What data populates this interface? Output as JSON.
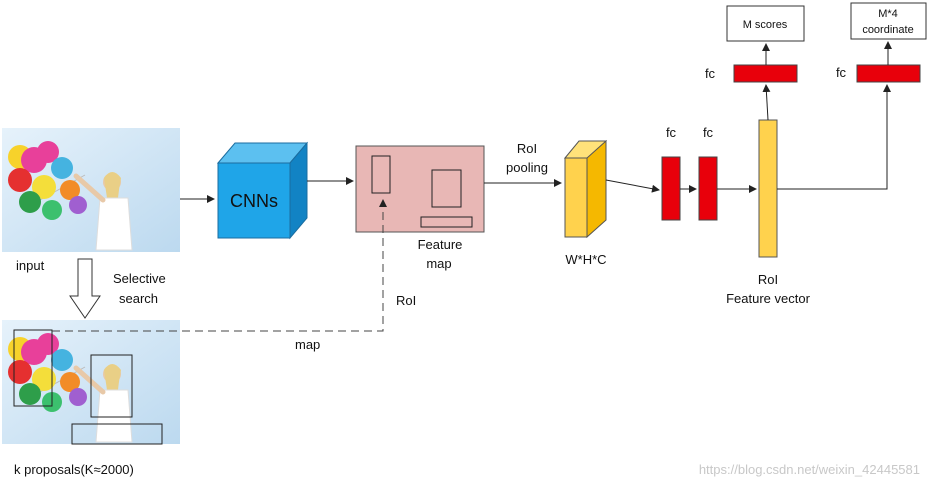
{
  "labels": {
    "input": "input",
    "selective_1": "Selective",
    "selective_2": "search",
    "cnns": "CNNs",
    "feature_map_1": "Feature",
    "feature_map_2": "map",
    "roi_pooling_1": "RoI",
    "roi_pooling_2": "pooling",
    "whc": "W*H*C",
    "fc_1": "fc",
    "fc_2": "fc",
    "fc_scores": "fc",
    "fc_coords": "fc",
    "m_scores": "M scores",
    "m4_1": "M*4",
    "m4_2": "coordinate",
    "roi_vec_1": "RoI",
    "roi_vec_2": "Feature vector",
    "roi_dashed": "RoI",
    "map_dashed": "map",
    "k_proposals": "k  proposals(K≈2000)",
    "watermark": "https://blog.csdn.net/weixin_42445581"
  },
  "colors": {
    "cnn_front": "#1fa5e8",
    "cnn_top": "#5cc0f0",
    "cnn_side": "#1283c4",
    "feature_map": "#e8b7b5",
    "pool_front": "#ffd24d",
    "pool_side": "#f5b800",
    "fc_red": "#e8000b",
    "roi_vector": "#ffd24d",
    "sky": "#d6e9f6",
    "stroke": "#222222"
  }
}
